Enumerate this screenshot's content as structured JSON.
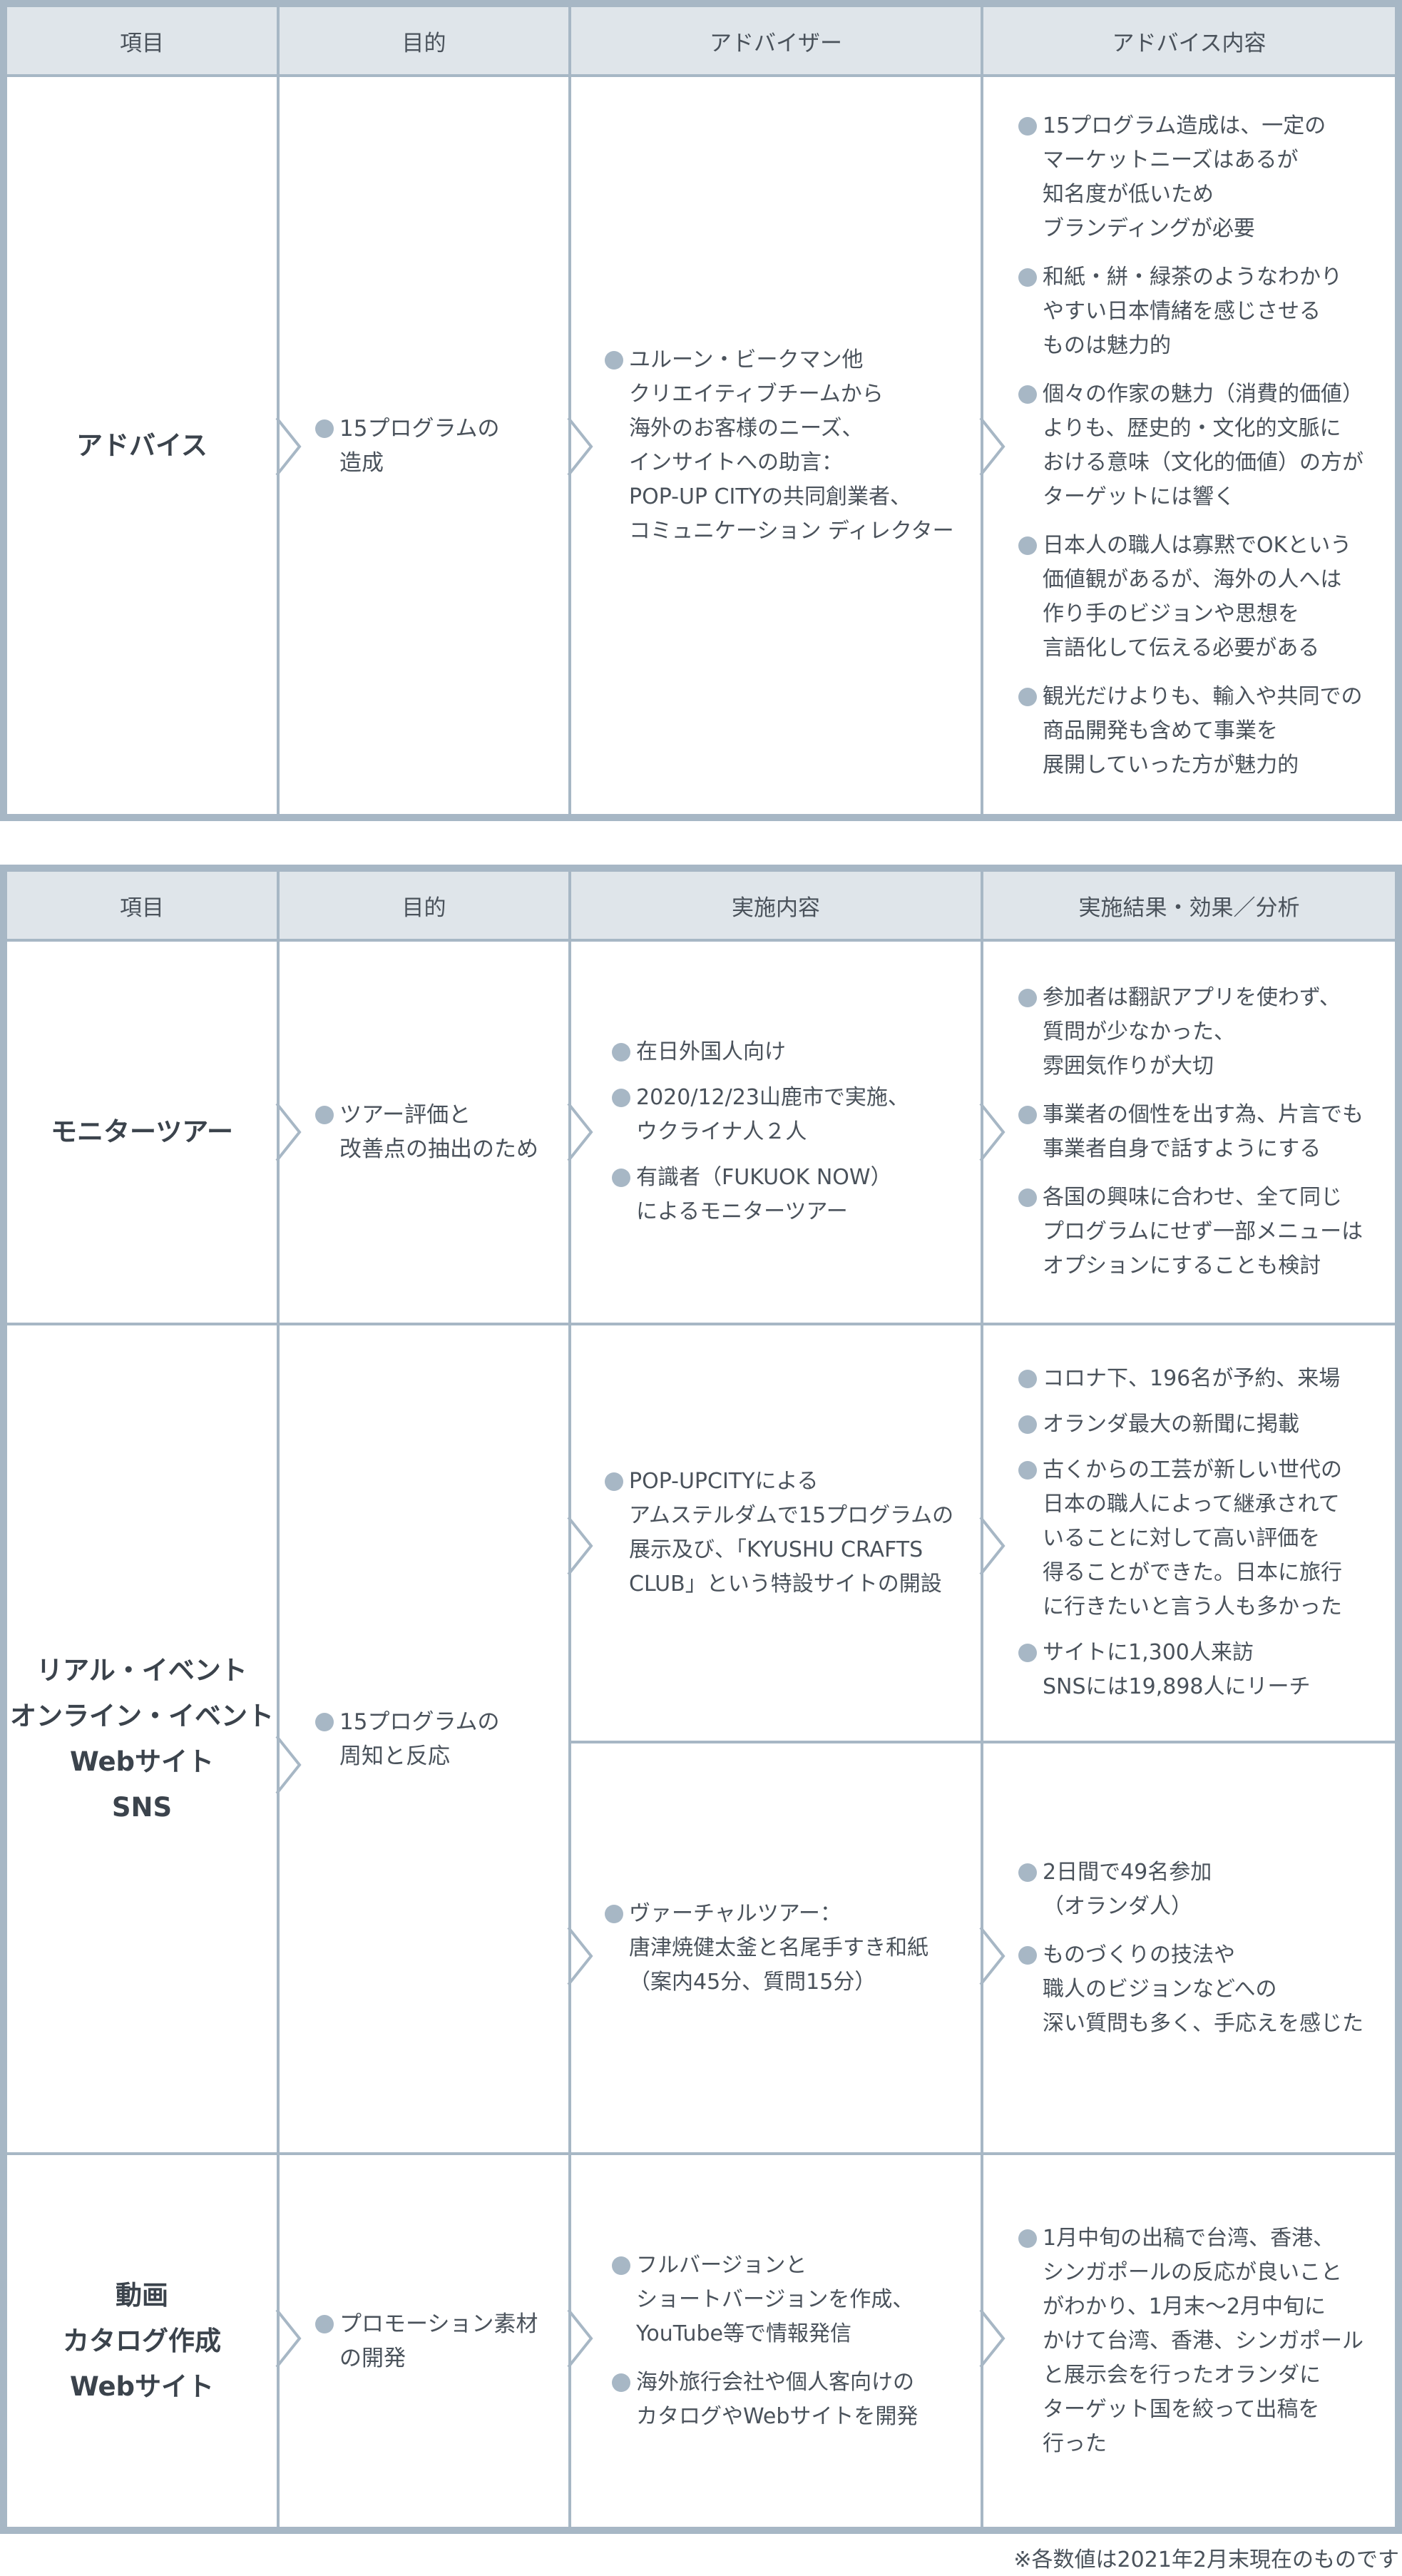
{
  "table1": {
    "headers": [
      "項目",
      "目的",
      "アドバイザー",
      "アドバイス内容"
    ],
    "item": "アドバイス",
    "purpose": [
      "15プログラムの\n造成"
    ],
    "advisor": [
      "ユルーン・ビークマン他\nクリエイティブチームから\n海外のお客様のニーズ、\nインサイトへの助言：\nPOP-UP CITYの共同創業者、\nコミュニケーション ディレクター"
    ],
    "advice": [
      "15プログラム造成は、一定の\nマーケットニーズはあるが\n知名度が低いため\nブランディングが必要",
      "和紙・絣・緑茶のようなわかり\nやすい日本情緒を感じさせる\nものは魅力的",
      "個々の作家の魅力（消費的価値）\nよりも、歴史的・文化的文脈に\nおける意味（文化的価値）の方が\nターゲットには響く",
      "日本人の職人は寡黙でOKという\n価値観があるが、海外の人へは\n作り手のビジョンや思想を\n言語化して伝える必要がある",
      "観光だけよりも、輸入や共同での\n商品開発も含めて事業を\n展開していった方が魅力的"
    ]
  },
  "table2": {
    "headers": [
      "項目",
      "目的",
      "実施内容",
      "実施結果・効果／分析"
    ],
    "rows": [
      {
        "item": "モニターツアー",
        "purpose": [
          "ツアー評価と\n改善点の抽出のため"
        ],
        "content": [
          "在日外国人向け",
          "2020/12/23山鹿市で実施、\nウクライナ人２人",
          "有識者（FUKUOK NOW）\nによるモニターツアー"
        ],
        "results": [
          "参加者は翻訳アプリを使わず、\n質問が少なかった、\n雰囲気作りが大切",
          "事業者の個性を出す為、片言でも\n事業者自身で話すようにする",
          "各国の興味に合わせ、全て同じ\nプログラムにせず一部メニューは\nオプションにすることも検討"
        ]
      },
      {
        "item": "リアル・イベント\nオンライン・イベント\nWebサイト\nSNS",
        "purpose": [
          "15プログラムの\n周知と反応"
        ],
        "sub": [
          {
            "content": [
              "POP-UPCITYによる\nアムステルダムで15プログラムの\n展示及び、「KYUSHU CRAFTS\nCLUB」という特設サイトの開設"
            ],
            "results": [
              "コロナ下、196名が予約、来場",
              "オランダ最大の新聞に掲載",
              "古くからの工芸が新しい世代の\n日本の職人によって継承されて\nいることに対して高い評価を\n得ることができた。日本に旅行\nに行きたいと言う人も多かった",
              "サイトに1,300人来訪\nSNSには19,898人にリーチ"
            ]
          },
          {
            "content": [
              "ヴァーチャルツアー：\n唐津焼健太釜と名尾手すき和紙\n（案内45分、質問15分）"
            ],
            "results": [
              "2日間で49名参加\n（オランダ人）",
              "ものづくりの技法や\n職人のビジョンなどへの\n深い質問も多く、手応えを感じた"
            ]
          }
        ]
      },
      {
        "item": "動画\nカタログ作成\nWebサイト",
        "purpose": [
          "プロモーション素材\nの開発"
        ],
        "content": [
          "フルバージョンと\nショートバージョンを作成、\nYouTube等で情報発信",
          "海外旅行会社や個人客向けの\nカタログやWebサイトを開発"
        ],
        "results": [
          "1月中旬の出稿で台湾、香港、\nシンガポールの反応が良いこと\nがわかり、1月末～2月中旬に\nかけて台湾、香港、シンガポール\nと展示会を行ったオランダに\nターゲット国を絞って出稿を\n行った"
        ]
      }
    ]
  },
  "footnote": "※各数値は2021年2月末現在のものです",
  "colors": {
    "border": "#a7b7c5",
    "header_bg": "#dfe5ea",
    "text": "#4a525b"
  }
}
